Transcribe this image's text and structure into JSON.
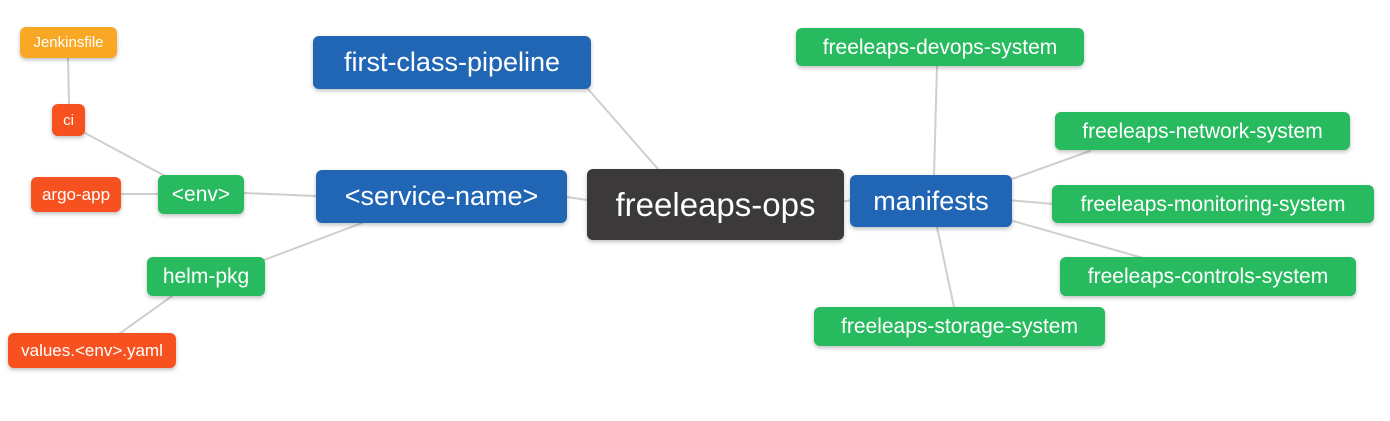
{
  "diagram": {
    "type": "mindmap",
    "root": "freeleaps_ops",
    "nodes": {
      "freeleaps_ops": {
        "label": "freeleaps-ops",
        "color": "#3b3939"
      },
      "first_class_pipeline": {
        "label": "first-class-pipeline",
        "color": "#2166b5"
      },
      "service_name": {
        "label": "<service-name>",
        "color": "#2166b5"
      },
      "manifests": {
        "label": "manifests",
        "color": "#2166b5"
      },
      "env": {
        "label": "<env>",
        "color": "#28ba5f"
      },
      "helm_pkg": {
        "label": "helm-pkg",
        "color": "#28ba5f"
      },
      "ci": {
        "label": "ci",
        "color": "#f6511f"
      },
      "argo_app": {
        "label": "argo-app",
        "color": "#f6511f"
      },
      "values_env_yaml": {
        "label": "values.<env>.yaml",
        "color": "#f6511f"
      },
      "jenkinsfile": {
        "label": "Jenkinsfile",
        "color": "#f9a825"
      },
      "freeleaps_devops_system": {
        "label": "freeleaps-devops-system",
        "color": "#28ba5f"
      },
      "freeleaps_network_system": {
        "label": "freeleaps-network-system",
        "color": "#28ba5f"
      },
      "freeleaps_monitoring_system": {
        "label": "freeleaps-monitoring-system",
        "color": "#28ba5f"
      },
      "freeleaps_controls_system": {
        "label": "freeleaps-controls-system",
        "color": "#28ba5f"
      },
      "freeleaps_storage_system": {
        "label": "freeleaps-storage-system",
        "color": "#28ba5f"
      }
    },
    "edges": [
      {
        "from": "jenkinsfile",
        "to": "ci"
      },
      {
        "from": "ci",
        "to": "env"
      },
      {
        "from": "argo_app",
        "to": "env"
      },
      {
        "from": "env",
        "to": "service_name"
      },
      {
        "from": "helm_pkg",
        "to": "service_name"
      },
      {
        "from": "values_env_yaml",
        "to": "helm_pkg"
      },
      {
        "from": "first_class_pipeline",
        "to": "freeleaps_ops"
      },
      {
        "from": "service_name",
        "to": "freeleaps_ops"
      },
      {
        "from": "freeleaps_ops",
        "to": "manifests"
      },
      {
        "from": "manifests",
        "to": "freeleaps_devops_system"
      },
      {
        "from": "manifests",
        "to": "freeleaps_network_system"
      },
      {
        "from": "manifests",
        "to": "freeleaps_monitoring_system"
      },
      {
        "from": "manifests",
        "to": "freeleaps_controls_system"
      },
      {
        "from": "manifests",
        "to": "freeleaps_storage_system"
      }
    ],
    "palette": {
      "edge_line": "#cfcfcf",
      "background": "#ffffff",
      "text": "#ffffff"
    }
  }
}
